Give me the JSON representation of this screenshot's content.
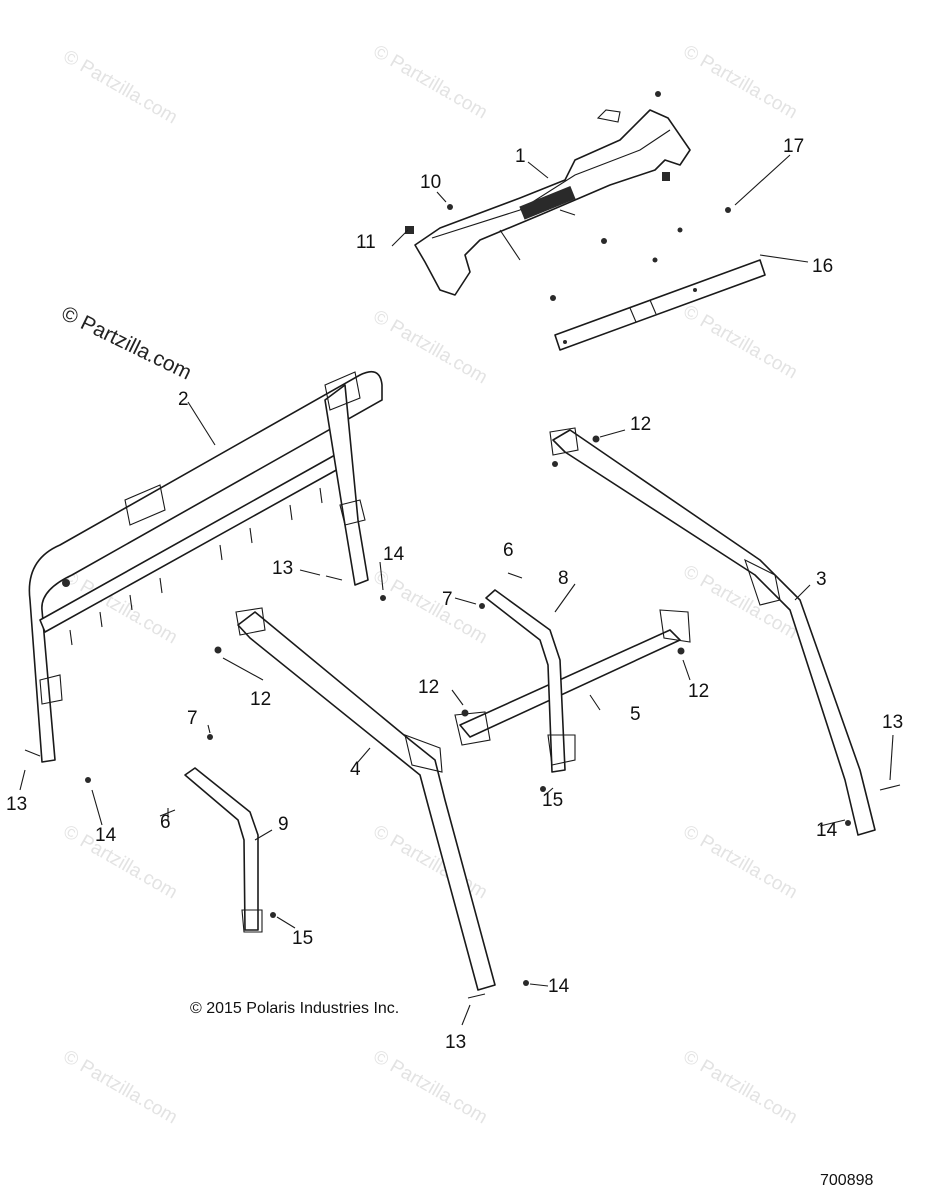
{
  "watermarks": {
    "main": "© Partzilla.com",
    "faint": "© Partzilla.com"
  },
  "callouts": [
    "1",
    "2",
    "3",
    "4",
    "5",
    "6",
    "6",
    "7",
    "7",
    "8",
    "9",
    "10",
    "11",
    "12",
    "12",
    "12",
    "12",
    "13",
    "13",
    "13",
    "13",
    "14",
    "14",
    "14",
    "14",
    "15",
    "15",
    "16",
    "17"
  ],
  "copyright": "© 2015 Polaris Industries Inc.",
  "doc_number": "700898",
  "colors": {
    "line": "#1a1a1a",
    "watermark": "#e3e3e3"
  }
}
